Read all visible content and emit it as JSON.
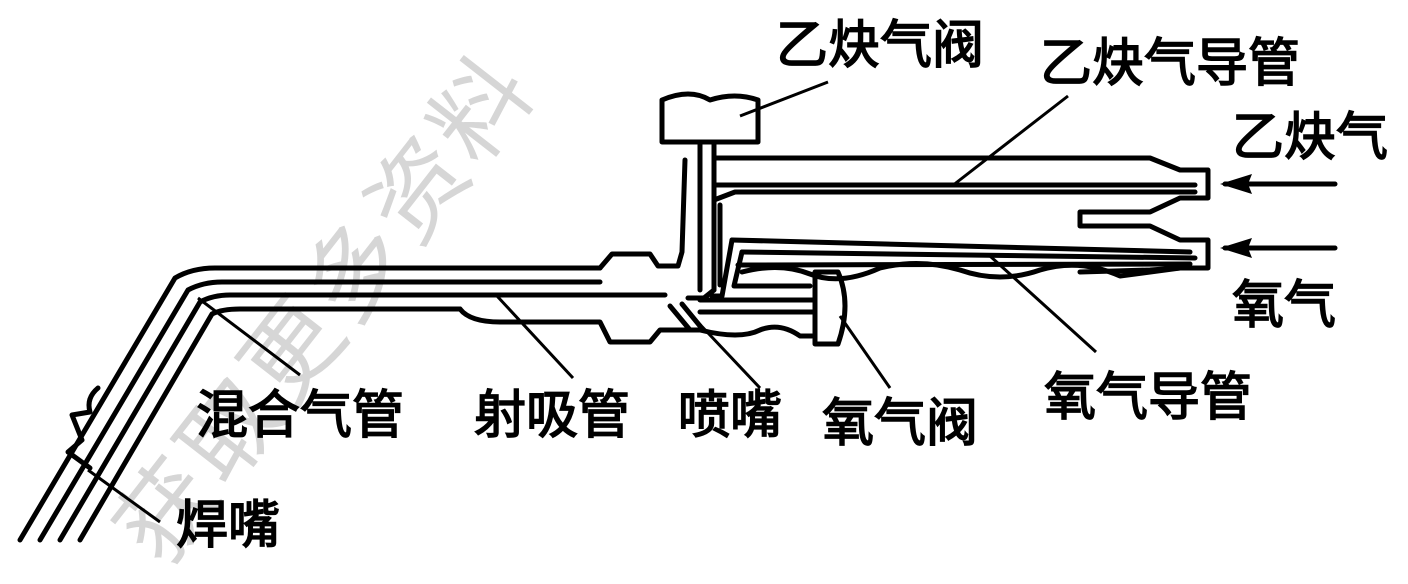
{
  "watermark": "获取更多资料",
  "labels": {
    "acetylene_valve": "乙炔气阀",
    "acetylene_tube": "乙炔气导管",
    "acetylene_gas": "乙炔气",
    "oxygen_gas": "氧气",
    "oxygen_tube": "氧气导管",
    "mixing_tube": "混合气管",
    "injector_tube": "射吸管",
    "nozzle": "喷嘴",
    "oxygen_valve": "氧气阀",
    "welding_tip": "焊嘴"
  },
  "colors": {
    "line": "#000000",
    "watermark": "#d6d6d6",
    "background": "#ffffff"
  }
}
